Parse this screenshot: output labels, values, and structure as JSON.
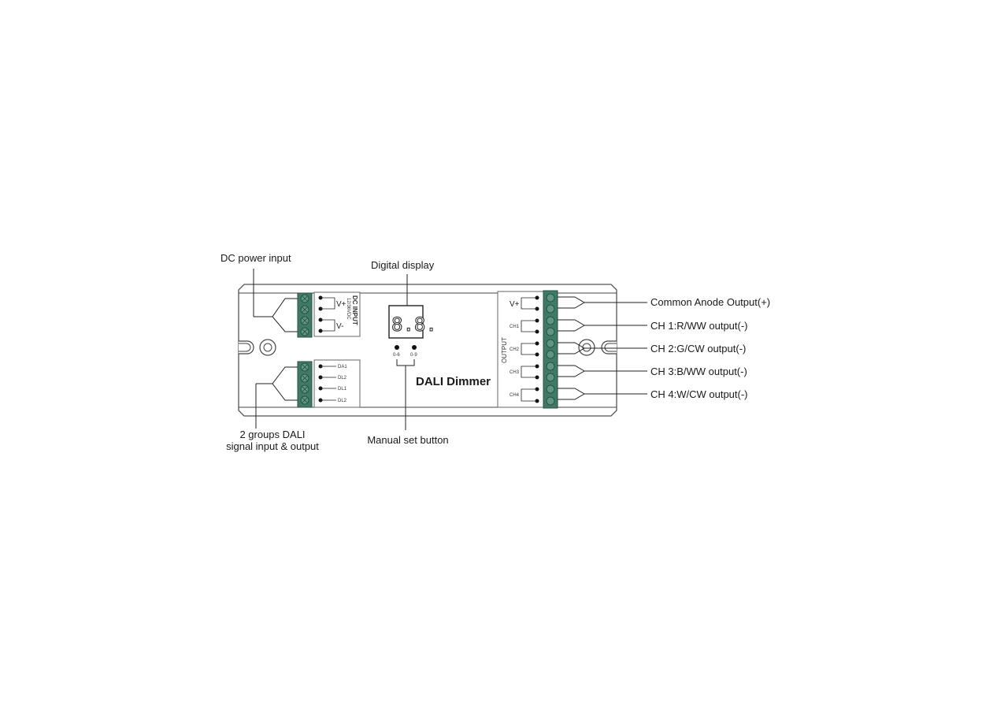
{
  "diagram": {
    "device_title": "DALI Dimmer",
    "callouts": {
      "dc_power_input": "DC power input",
      "digital_display": "Digital display",
      "dali_groups_line1": "2 groups DALI",
      "dali_groups_line2": "signal input & output",
      "manual_set_button": "Manual set button"
    },
    "outputs": [
      {
        "label": "Common Anode Output(+)"
      },
      {
        "label": "CH 1:R/WW output(-)"
      },
      {
        "label": "CH 2:G/CW output(-)"
      },
      {
        "label": "CH 3:B/WW output(-)"
      },
      {
        "label": "CH 4:W/CW output(-)"
      }
    ],
    "dc_input_block": {
      "title": "DC INPUT",
      "voltage": "12/36VDC",
      "v_plus": "V+",
      "v_minus": "V-"
    },
    "dali_block": {
      "terminals": [
        "DA1",
        "DL2",
        "DL1",
        "DL2"
      ]
    },
    "display": {
      "digits": "8.8."
    },
    "buttons": [
      {
        "label": "0-6"
      },
      {
        "label": "0-9"
      }
    ],
    "output_block": {
      "title": "OUTPUT",
      "labels": [
        "V+",
        "CH1",
        "CH2",
        "CH3",
        "CH4"
      ]
    },
    "colors": {
      "terminal_green": "#3e7a66",
      "line": "#1a1a1a",
      "outline": "#555555"
    }
  }
}
